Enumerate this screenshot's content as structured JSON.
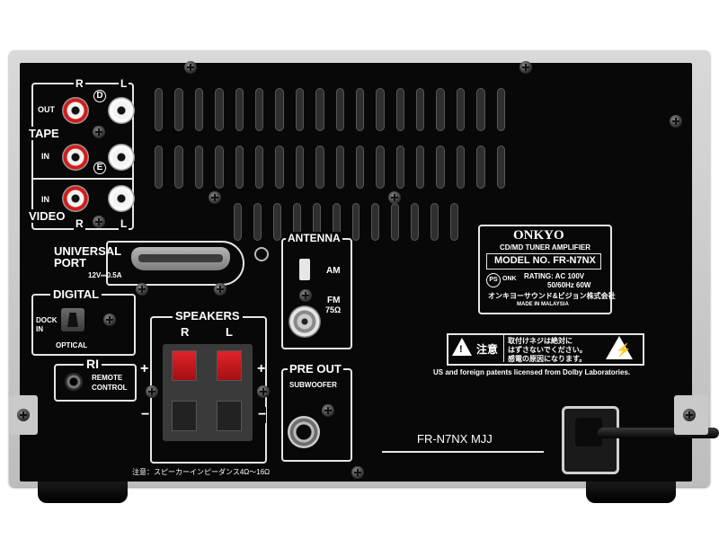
{
  "device": {
    "model_footer": "FR-N7NX MJJ",
    "bottom_note": "注意：スピーカーインピーダンス4Ω～16Ω"
  },
  "tape_video": {
    "r": "R",
    "l": "L",
    "r2": "R",
    "l2": "L",
    "out": "OUT",
    "in": "IN",
    "in2": "IN",
    "tape": "TAPE",
    "video": "VIDEO",
    "d_mark": "D",
    "e_mark": "E"
  },
  "universal_port": {
    "label_line1": "UNIVERSAL",
    "label_line2": "PORT",
    "rating": "12V⎓0.5A"
  },
  "digital": {
    "title": "DIGITAL",
    "dock": "DOCK",
    "in": "IN",
    "optical": "OPTICAL"
  },
  "ri": {
    "title": "RI",
    "remote_line1": "REMOTE",
    "remote_line2": "CONTROL"
  },
  "speakers": {
    "title": "SPEAKERS",
    "r": "R",
    "l": "L",
    "plus": "+",
    "minus": "−"
  },
  "antenna": {
    "title": "ANTENNA",
    "am": "AM",
    "fm": "FM",
    "fm_ohm": "75Ω"
  },
  "pre_out": {
    "title": "PRE OUT",
    "subwoofer": "SUBWOOFER"
  },
  "label_plate": {
    "brand": "ONKYO",
    "product": "CD/MD TUNER AMPLIFIER",
    "model": "MODEL NO. FR-N7NX",
    "ps_mark": "PS",
    "onk": "ONK",
    "rating_line1": "RATING: AC 100V",
    "rating_line2": "50/60Hz  60W",
    "company": "オンキヨーサウンド&ビジョン株式会社",
    "made_in": "MADE IN MALAYSIA"
  },
  "warning": {
    "caution": "注意",
    "line1": "取付けネジは絶対に",
    "line2": "はずさないでください。",
    "line3": "感電の原因になります。"
  },
  "patents": "US and foreign patents licensed from Dolby Laboratories."
}
